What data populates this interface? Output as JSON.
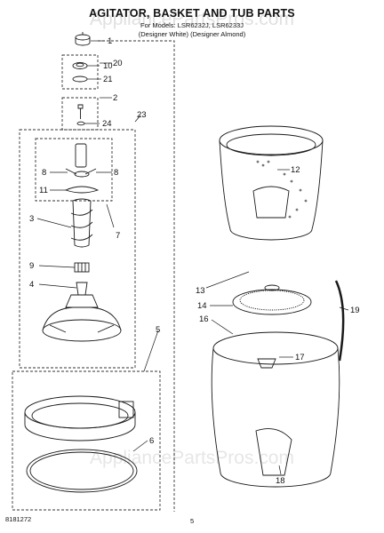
{
  "header": {
    "title": "AGITATOR, BASKET AND TUB PARTS",
    "subtitle_line1": "For Models: LSR6232J, LSR6233J",
    "subtitle_line2": "(Designer White) (Designer Almond)"
  },
  "watermark": "AppliancePartsPros.com",
  "footer": {
    "doc_number": "8181272",
    "page_number": "5"
  },
  "callouts": [
    "1",
    "20",
    "10",
    "21",
    "2",
    "24",
    "23",
    "8",
    "8",
    "11",
    "7",
    "3",
    "9",
    "4",
    "5",
    "6",
    "12",
    "13",
    "14",
    "16",
    "17",
    "19",
    "18"
  ],
  "colors": {
    "line": "#1a1a1a",
    "dash": "#333333",
    "watermark": "#c8c8c8"
  }
}
